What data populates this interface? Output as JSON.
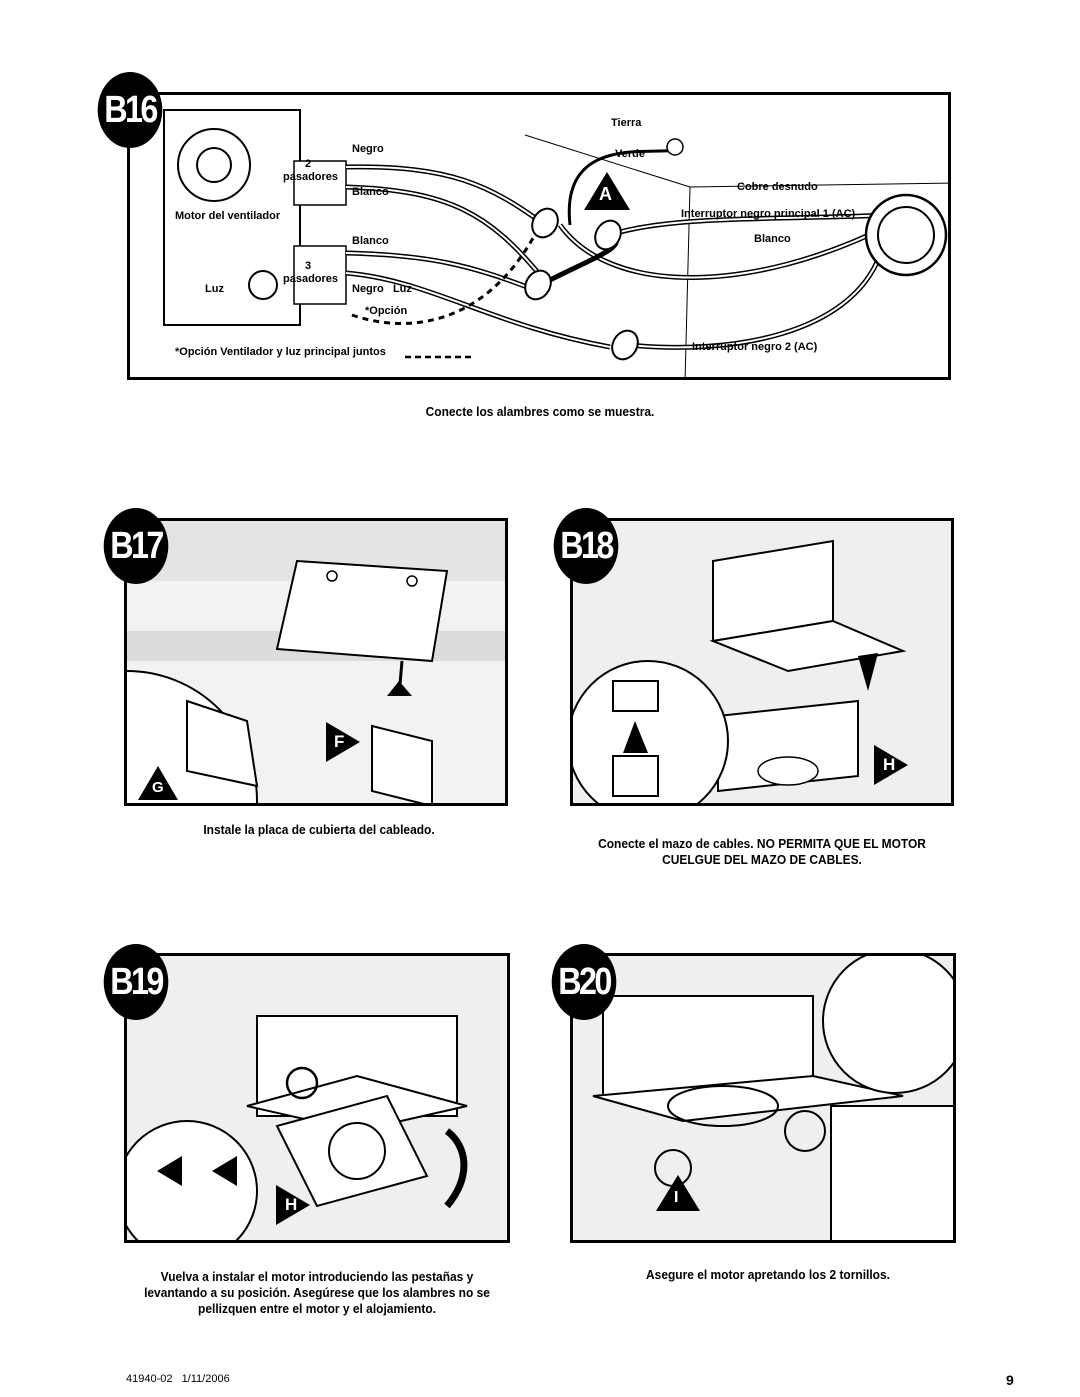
{
  "b16": {
    "step": "B16",
    "callout": "A",
    "labels": {
      "negro": "Negro",
      "two": "2",
      "pasadores_2": "pasadores",
      "blanco_top": "Blanco",
      "motor": "Motor del ventilador",
      "blanco_mid": "Blanco",
      "three": "3",
      "pasadores_3": "pasadores",
      "luz_left": "Luz",
      "negro_luz": "Negro   Luz",
      "opcion": "*Opción",
      "opcion_note": "*Opción Ventilador y luz principal juntos",
      "tierra": "Tierra",
      "verde": "Verde",
      "cobre": "Cobre desnudo",
      "interruptor1": "Interruptor negro principal 1 (AC)",
      "blanco_right": "Blanco",
      "interruptor2": "Interruptor negro 2 (AC)"
    },
    "caption": "Conecte los alambres como se muestra."
  },
  "b17": {
    "step": "B17",
    "callout_f": "F",
    "callout_g": "G",
    "caption": "Instale la placa de cubierta del cableado."
  },
  "b18": {
    "step": "B18",
    "callout_h": "H",
    "caption_line1": "Conecte el mazo de cables. NO PERMITA QUE EL MOTOR",
    "caption_line2": "CUELGUE DEL MAZO DE CABLES."
  },
  "b19": {
    "step": "B19",
    "callout_h": "H",
    "caption_line1": "Vuelva a instalar el motor introduciendo las pestañas y",
    "caption_line2": "levantando a su posición. Asegúrese que los alambres no se",
    "caption_line3": "pellizquen entre el motor y el alojamiento."
  },
  "b20": {
    "step": "B20",
    "callout_i": "I",
    "caption": "Asegure el motor apretando los 2 tornillos."
  },
  "footer": {
    "doc_number": "41940-02",
    "date": "1/11/2006",
    "page_number": "9"
  }
}
